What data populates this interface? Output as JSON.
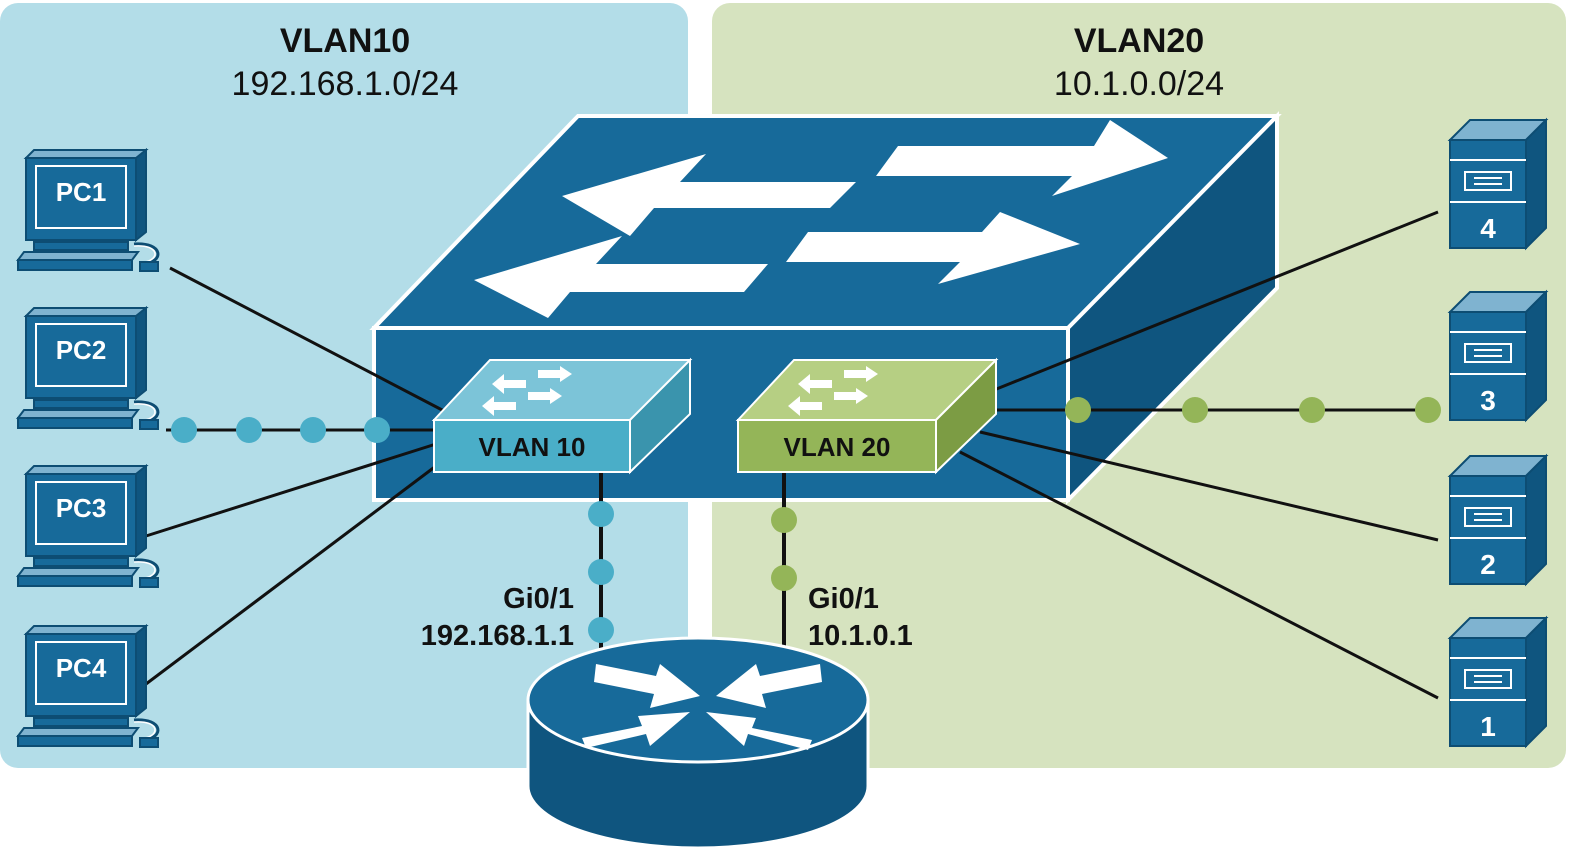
{
  "colors": {
    "vlan10_bg": "#b3dde8",
    "vlan20_bg": "#d6e3bf",
    "device_blue": "#176a9a",
    "device_edge": "#0d4d73",
    "vlan10_accent": "#4aaec8",
    "vlan20_accent": "#94b558",
    "link": "#111111",
    "white": "#ffffff"
  },
  "zones": {
    "vlan10": {
      "title": "VLAN10",
      "subnet": "192.168.1.0/24"
    },
    "vlan20": {
      "title": "VLAN20",
      "subnet": "10.1.0.0/24"
    }
  },
  "core_switch": {
    "icon": "layer3-switch-icon"
  },
  "virtual_switches": {
    "vlan10": {
      "label": "VLAN 10"
    },
    "vlan20": {
      "label": "VLAN 20"
    }
  },
  "router": {
    "icon": "router-icon",
    "port_vlan10": {
      "interface": "Gi0/1",
      "ip": "192.168.1.1"
    },
    "port_vlan20": {
      "interface": "Gi0/1",
      "ip": "10.1.0.1"
    }
  },
  "pcs": [
    "PC1",
    "PC2",
    "PC3",
    "PC4"
  ],
  "servers": [
    "4",
    "3",
    "2",
    "1"
  ]
}
